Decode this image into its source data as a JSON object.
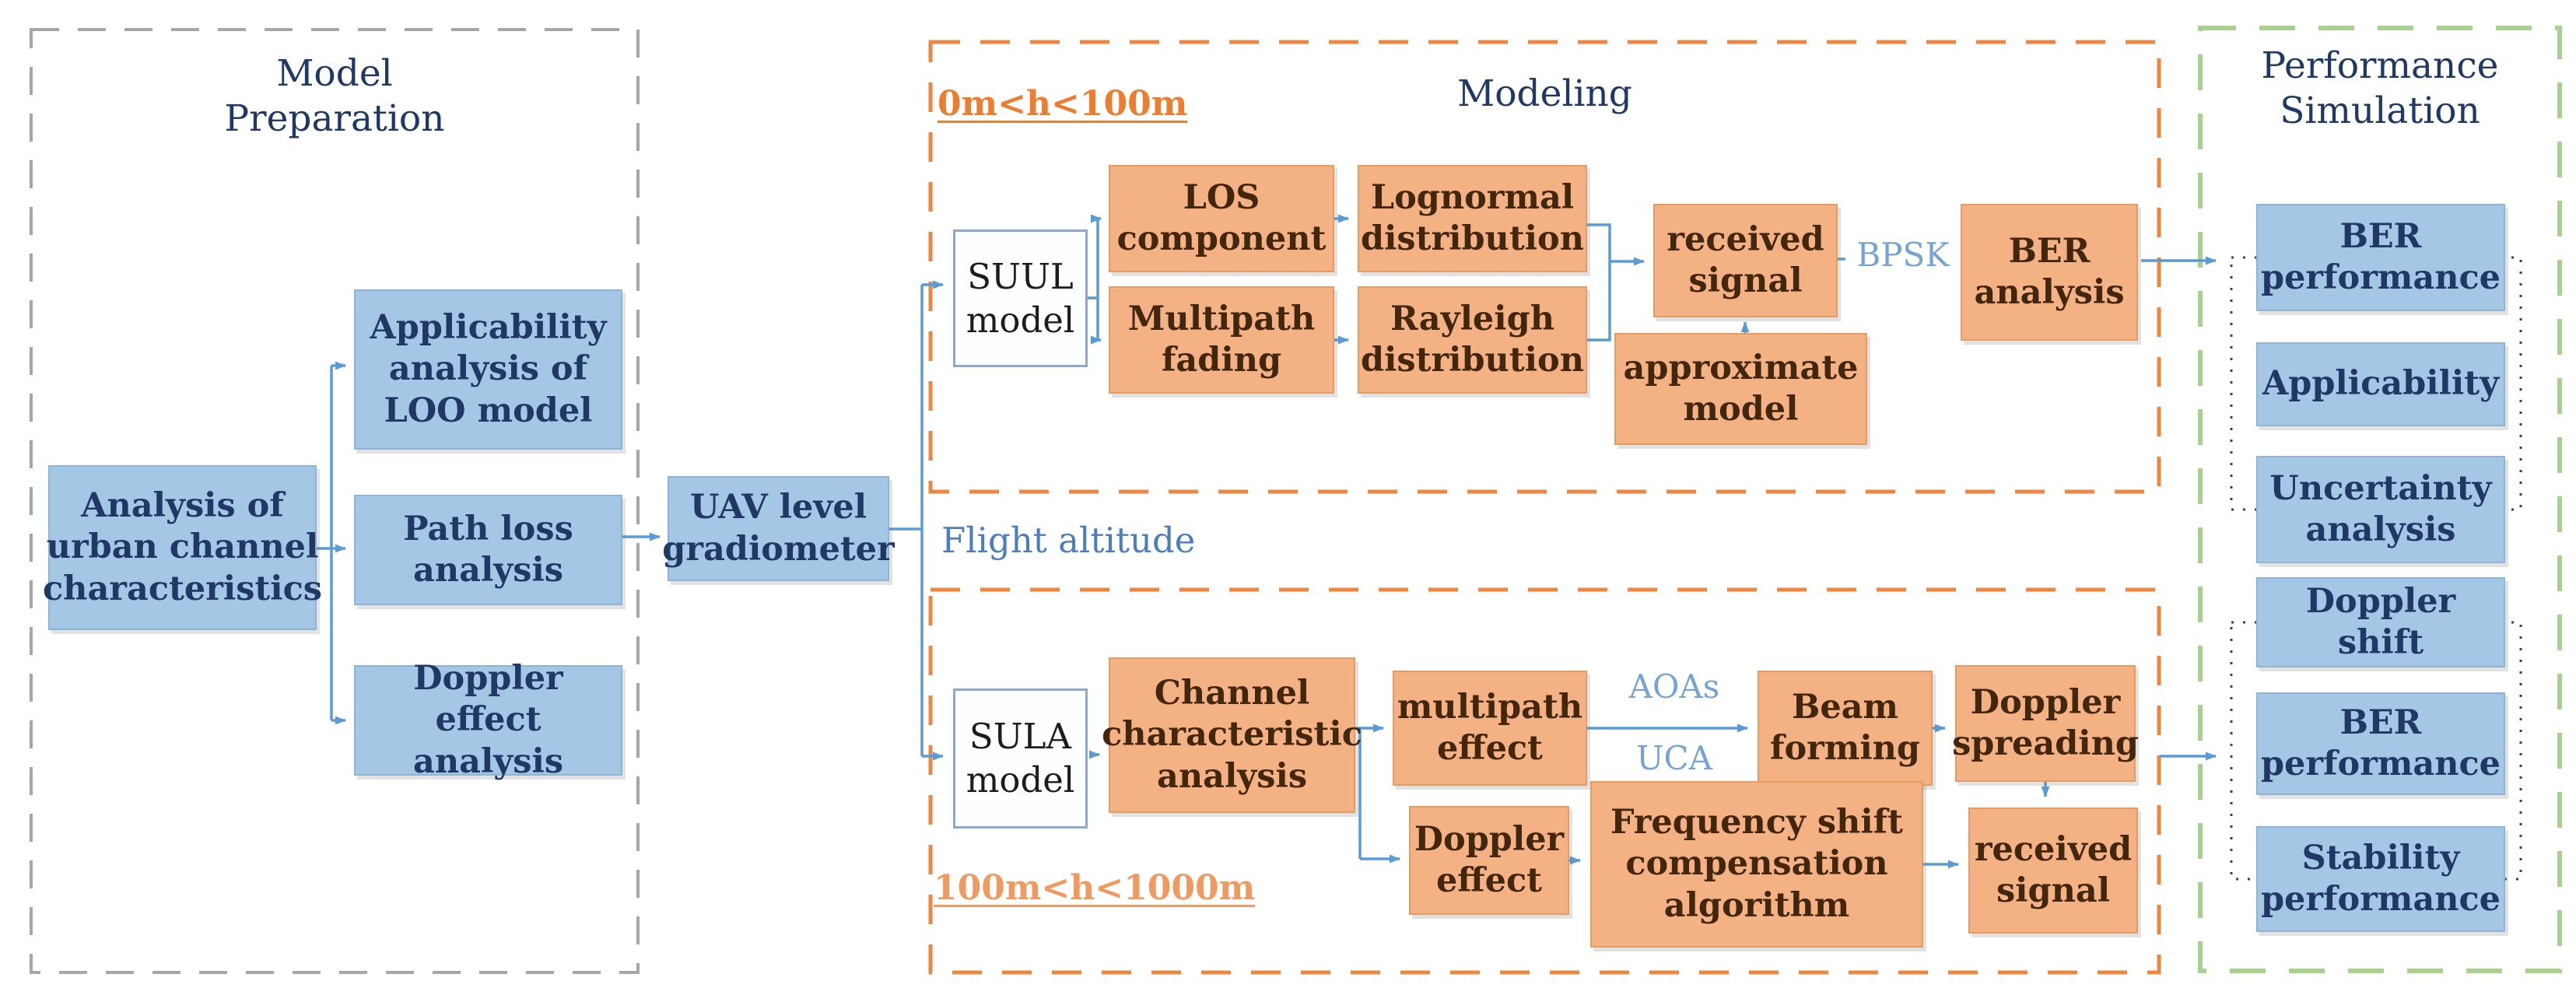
{
  "sections": {
    "model_preparation": {
      "title": "Model\nPreparation"
    },
    "modeling": {
      "title": "Modeling",
      "altitude_low_label": "0m<h<100m",
      "altitude_high_label": "100m<h<1000m",
      "flight_altitude_label": "Flight altitude"
    },
    "performance_simulation": {
      "title": "Performance\nSimulation"
    }
  },
  "boxes": {
    "analysis_urban": "Analysis of\nurban channel\ncharacteristics",
    "applicability_loo": "Applicability\nanalysis of\nLOO model",
    "path_loss": "Path loss\nanalysis",
    "doppler_effect_analysis": "Doppler effect\nanalysis",
    "uav_gradiometer": "UAV level\ngradiometer",
    "suul_model": "SUUL\nmodel",
    "los_component": "LOS\ncomponent",
    "multipath_fading": "Multipath\nfading",
    "lognormal": "Lognormal\ndistribution",
    "rayleigh": "Rayleigh\ndistribution",
    "received_signal_suul": "received\nsignal",
    "approximate_model": "approximate\nmodel",
    "ber_analysis": "BER\nanalysis",
    "sula_model": "SULA\nmodel",
    "channel_characteristic": "Channel\ncharacteristic\nanalysis",
    "multipath_effect": "multipath\neffect",
    "beam_forming": "Beam\nforming",
    "doppler_spreading": "Doppler\nspreading",
    "doppler_effect": "Doppler\neffect",
    "frequency_shift": "Frequency shift\ncompensation\nalgorithm",
    "received_signal_sula": "received\nsignal",
    "ber_performance_upper": "BER\nperformance",
    "applicability": "Applicability",
    "uncertainty_analysis": "Uncertainty\nanalysis",
    "doppler_shift": "Doppler shift",
    "ber_performance_lower": "BER\nperformance",
    "stability_performance": "Stability\nperformance"
  },
  "edge_labels": {
    "bpsk": "BPSK",
    "aoas": "AOAs",
    "uca": "UCA"
  },
  "colors": {
    "blue_box_fill": "#A5C7E6",
    "orange_box_fill": "#F4B183",
    "navy_text": "#1F3864",
    "brown_text": "#42260E",
    "arrow_blue": "#5B9BD5",
    "gray_dashed_border": "#A6A6A6",
    "orange_dashed_border": "#ED7D31",
    "green_dashed_border": "#A9D18E",
    "dotted_group_border": "#3F3F3F"
  }
}
